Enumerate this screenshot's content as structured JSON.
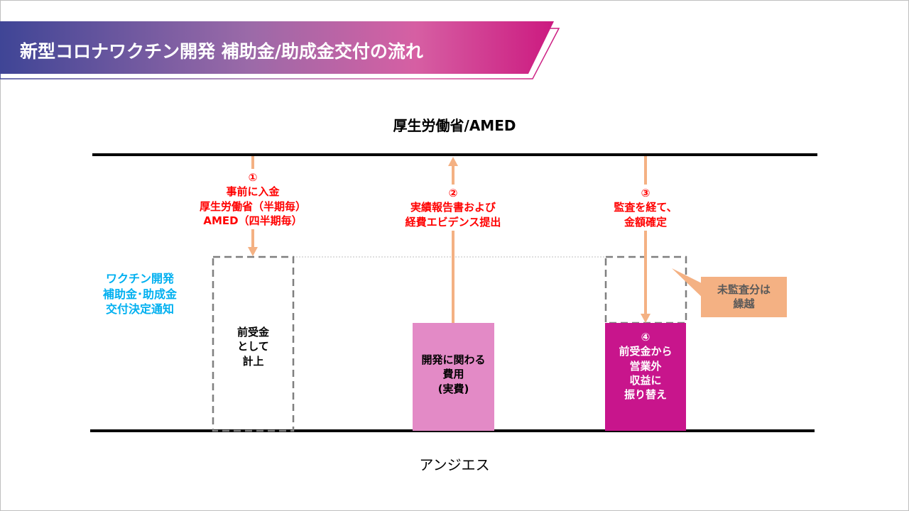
{
  "title": "新型コロナワクチン開発 補助金/助成金交付の流れ",
  "top_party": "厚生労働省/AMED",
  "bottom_party": "アンジエス",
  "left_label": [
    "ワクチン開発",
    "補助金･助成金",
    "交付決定通知"
  ],
  "steps": [
    {
      "lines": [
        "①",
        "事前に入金",
        "厚生労働省（半期毎）",
        "AMED（四半期毎）"
      ]
    },
    {
      "lines": [
        "②",
        "実績報告書および",
        "経費エビデンス提出"
      ]
    },
    {
      "lines": [
        "③",
        "監査を経て、",
        "金額確定"
      ]
    }
  ],
  "boxes": {
    "advance": [
      "前受金",
      "として",
      "計上"
    ],
    "expense": [
      "開発に関わる",
      "費用",
      "(実費)"
    ],
    "transfer": [
      "④",
      "前受金から",
      "営業外",
      "収益に",
      "振り替え"
    ]
  },
  "callout": [
    "未監査分は",
    "繰越"
  ],
  "colors": {
    "arrow": "#F4B183",
    "expense": "#E38AC6",
    "transfer": "#C8158C",
    "red": "#FF0000",
    "blue": "#00B0F0"
  }
}
